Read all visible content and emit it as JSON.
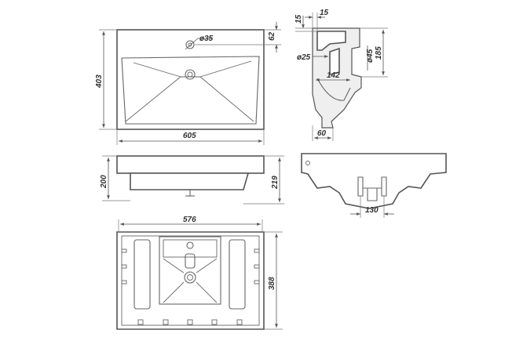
{
  "dimensions": {
    "top_view": {
      "hole_diameter": "ø35",
      "rim_to_hole": "62",
      "depth": "403",
      "width": "605"
    },
    "side_view": {
      "dim_top_a": "15",
      "dim_top_b": "15",
      "outlet_diameter": "ø25",
      "waste_diameter": "ø45",
      "height": "185",
      "outlet_offset": "142",
      "base": "60"
    },
    "front_view": {
      "bowl_height": "200",
      "total_height": "219"
    },
    "rear_view": {
      "mount_spacing": "130"
    },
    "bottom_view": {
      "width": "576",
      "depth": "388"
    }
  },
  "colors": {
    "line": "#555555",
    "text": "#333333",
    "background": "#ffffff"
  }
}
